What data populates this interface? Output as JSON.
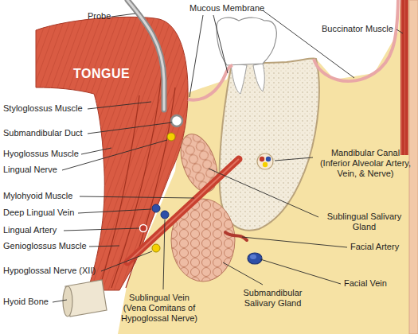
{
  "diagram": {
    "labels": [
      "Probe",
      "Mucous Membrane",
      "Buccinator Muscle",
      "TONGUE",
      "Styloglossus Muscle",
      "Submandibular Duct",
      "Hyoglossus Muscle",
      "Lingual Nerve",
      "Mylohyoid Muscle",
      "Deep Lingual Vein",
      "Lingual Artery",
      "Genioglossus Muscle",
      "Hypoglossal Nerve (XII)",
      "Hyoid Bone",
      "Mandibular Canal (Inferior Alveolar Artery, Vein, & Nerve)",
      "Sublingual Salivary Gland",
      "Facial Artery",
      "Facial Vein",
      "Submandibular Salivary Gland",
      "Sublingual Vein (Vena Comitans of Hypoglossal Nerve)"
    ]
  }
}
